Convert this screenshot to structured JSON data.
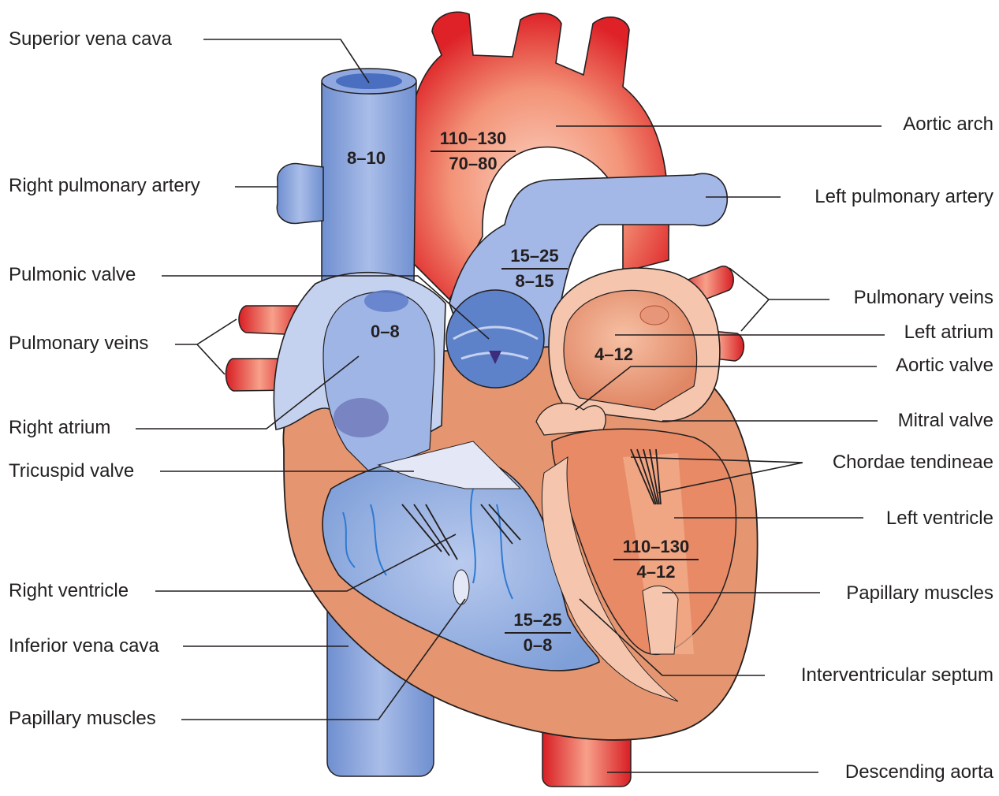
{
  "labels_left": {
    "superior_vena_cava": "Superior vena cava",
    "right_pulmonary_artery": "Right pulmonary artery",
    "pulmonic_valve": "Pulmonic valve",
    "pulmonary_veins": "Pulmonary veins",
    "right_atrium": "Right atrium",
    "tricuspid_valve": "Tricuspid valve",
    "right_ventricle": "Right ventricle",
    "inferior_vena_cava": "Inferior vena cava",
    "papillary_muscles": "Papillary muscles"
  },
  "labels_right": {
    "aortic_arch": "Aortic arch",
    "left_pulmonary_artery": "Left pulmonary artery",
    "pulmonary_veins": "Pulmonary veins",
    "left_atrium": "Left atrium",
    "aortic_valve": "Aortic valve",
    "mitral_valve": "Mitral valve",
    "chordae_tendineae": "Chordae tendineae",
    "left_ventricle": "Left ventricle",
    "papillary_muscles": "Papillary muscles",
    "interventricular_septum": "Interventricular septum",
    "descending_aorta": "Descending aorta"
  },
  "pressures": {
    "svc": "8–10",
    "right_atrium": "0–8",
    "left_atrium": "4–12",
    "aorta": {
      "systolic": "110–130",
      "diastolic": "70–80"
    },
    "pulmonary_artery": {
      "systolic": "15–25",
      "diastolic": "8–15"
    },
    "left_ventricle": {
      "systolic": "110–130",
      "diastolic": "4–12"
    },
    "right_ventricle": {
      "systolic": "15–25",
      "diastolic": "0–8"
    }
  },
  "colors": {
    "deoxygenated": "#9db4e3",
    "oxygenated": "#e8262a",
    "myocardium": "#e69a77",
    "chamber_left": "#f2b79a",
    "chamber_right": "#7f9fd8"
  }
}
